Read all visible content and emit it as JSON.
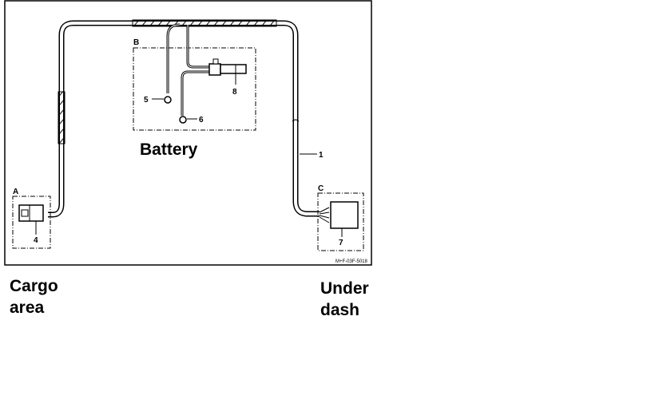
{
  "diagram": {
    "zones": {
      "A": "A",
      "B": "B",
      "C": "C"
    },
    "callouts": {
      "n1": "1",
      "n4": "4",
      "n5": "5",
      "n6": "6",
      "n7": "7",
      "n8": "8"
    },
    "figure_code": "M+F-03F-5018"
  },
  "annotations": {
    "battery": "Battery",
    "cargo_line1": "Cargo",
    "cargo_line2": "area",
    "dash_line1": "Under",
    "dash_line2": "dash"
  }
}
